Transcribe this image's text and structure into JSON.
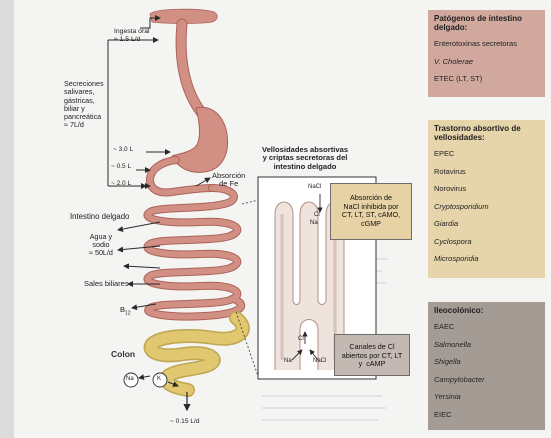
{
  "diagram": {
    "intake_label": "Ingesta oral\n≈ 1.5 L/d",
    "secretions_label": "Secreciones\nsalivares,\ngástricas,\nbiliar y\npancreática\n≈ 7L/d",
    "stomach_flow": "~ 3.0 L",
    "duodenum_flow_1": "~ 0.5 L",
    "duodenum_flow_2": "~ 2.0 L",
    "iron_label": "Absorción\nde Fe",
    "small_intestine_label": "Intestino delgado",
    "water_label": "Agua y\nsodio\n≈ 50L/d",
    "bile_label": "Sales biliares",
    "b12_label": "B",
    "b12_sub": "12",
    "colon_label": "Colon",
    "colon_na": "Na",
    "colon_k": "K",
    "stool_label": "~ 0.15 L/d",
    "villi_title": "Vellosidades absortivas\ny criptas secretoras del\nintestino delgado",
    "villi_top_ion": "NaCl",
    "villi_top_cl": "Cl",
    "villi_top_na": "Na",
    "villi_bottom_cl": "Cl",
    "villi_bottom_na": "Na",
    "villi_bottom_nacl": "NaCl",
    "absorption_callout": "Absorción de\nNaCl inhibida por\nCT, LT, ST, cAMO,\ncGMP",
    "channels_callout": "Canales de Cl\nabiertos por CT, LT\ny  cAMP"
  },
  "panels": [
    {
      "title": "Patógenos de intestino\ndelgado:",
      "color": "#d1a89d",
      "items": [
        {
          "text": "Enterotoxinas secretoras",
          "italic": false
        },
        {
          "text": "V. Cholerae",
          "italic": true
        },
        {
          "text": "ETEC (LT, ST)",
          "italic": false
        }
      ]
    },
    {
      "title": "Trastorno absortivo de\nvellosidades:",
      "color": "#e6d4ab",
      "items": [
        {
          "text": "EPEC",
          "italic": false
        },
        {
          "text": "Rotavirus",
          "italic": false
        },
        {
          "text": "Norovirus",
          "italic": false
        },
        {
          "text": "Cryptosporidium",
          "italic": true
        },
        {
          "text": "Giardia",
          "italic": true
        },
        {
          "text": "Cyclospora",
          "italic": true
        },
        {
          "text": "Microsporidia",
          "italic": true
        }
      ]
    },
    {
      "title": "Ileocolónico:",
      "color": "#a59b95",
      "items": [
        {
          "text": "EAEC",
          "italic": false
        },
        {
          "text": "Salmonella",
          "italic": true
        },
        {
          "text": "Shigella",
          "italic": true
        },
        {
          "text": "Campylobacter",
          "italic": true
        },
        {
          "text": "Yersinia",
          "italic": true
        },
        {
          "text": "EIEC",
          "italic": false
        }
      ]
    }
  ],
  "colors": {
    "tract": "#d28f84",
    "tract_dark": "#ac6358",
    "colon": "#e0c770",
    "villi": "#efe3dd",
    "absorption_box": "#e7d2a6",
    "channels_box": "#c4b8b3",
    "arrow": "#2a2a2a"
  }
}
